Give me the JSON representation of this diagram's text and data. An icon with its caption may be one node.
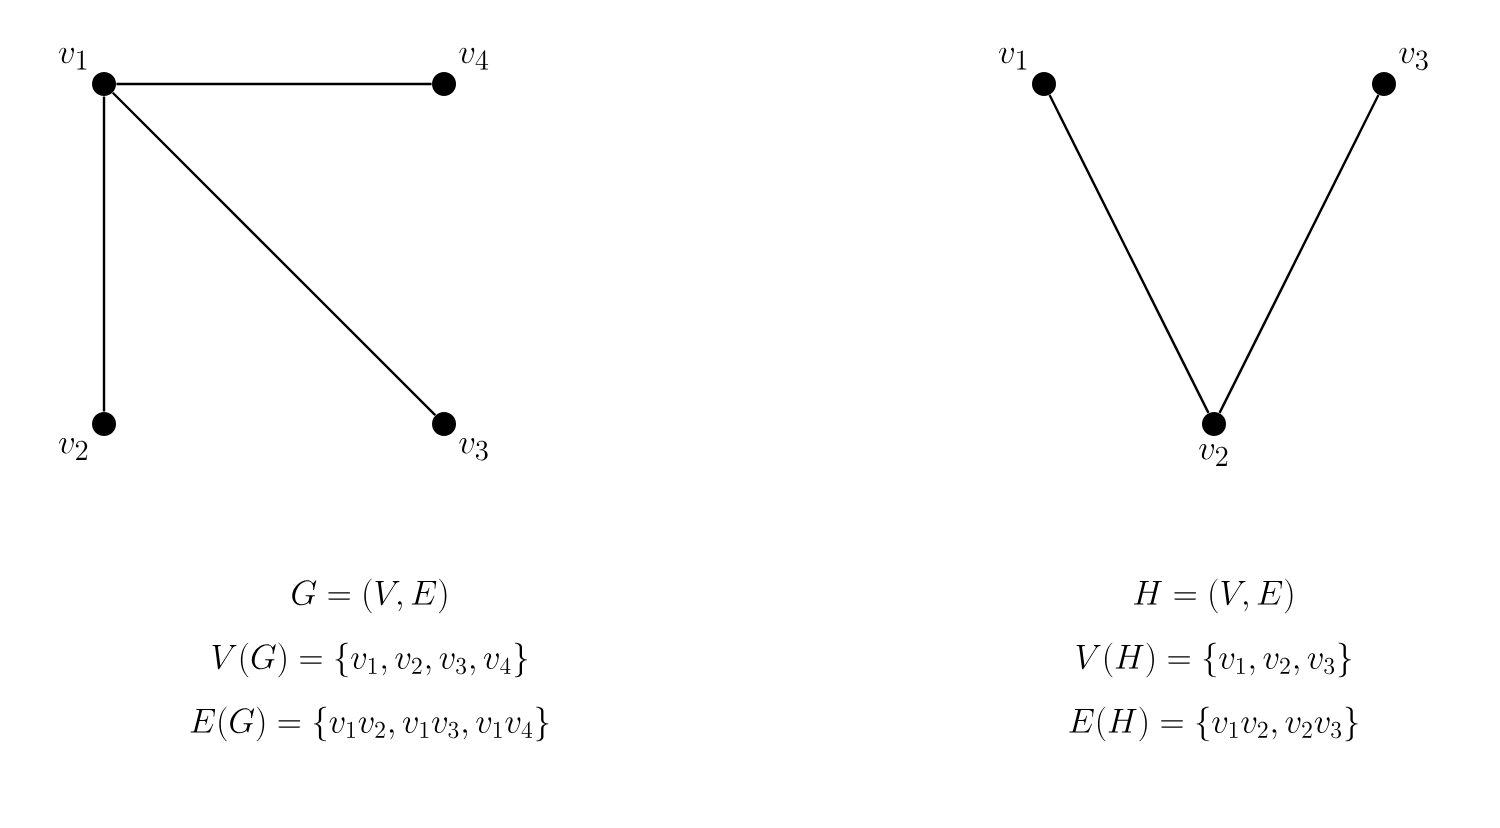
{
  "diagram": {
    "nodes": [
      {
        "text": [],
        "shape": "circle",
        "beside": [
          "v_1"
        ]
      },
      {
        "text": [],
        "shape": "circle",
        "beside": [
          "v_4"
        ]
      },
      {
        "text": [],
        "shape": "circle",
        "beside": [
          "v_2"
        ]
      },
      {
        "text": [],
        "shape": "circle",
        "beside": [
          "v_3"
        ]
      },
      {
        "text": [],
        "shape": "circle",
        "beside": [
          "v_1"
        ]
      },
      {
        "text": [],
        "shape": "circle",
        "beside": [
          "v_3"
        ]
      },
      {
        "text": [],
        "shape": "circle",
        "beside": [
          "v_2"
        ]
      }
    ],
    "edges": [
      {
        "from": 0,
        "to": 1,
        "arrow": "none"
      },
      {
        "from": 0,
        "to": 2,
        "arrow": "none"
      },
      {
        "from": 0,
        "to": 3,
        "arrow": "none"
      },
      {
        "from": 4,
        "to": 6,
        "arrow": "none"
      },
      {
        "from": 6,
        "to": 5,
        "arrow": "none"
      }
    ],
    "labels": [
      "G=(V,E)",
      "H=(V,E)",
      "V(G)=\\{v_1,v_2,v_3,v_4\\}",
      "V(H)=\\{v_1,v_2,v_3\\}",
      "E(G)=\\{v_1v_2,v_1v_3,v_1v_4\\}",
      "E(H)=\\{v_1v_2,v_2v_3\\}"
    ]
  }
}
